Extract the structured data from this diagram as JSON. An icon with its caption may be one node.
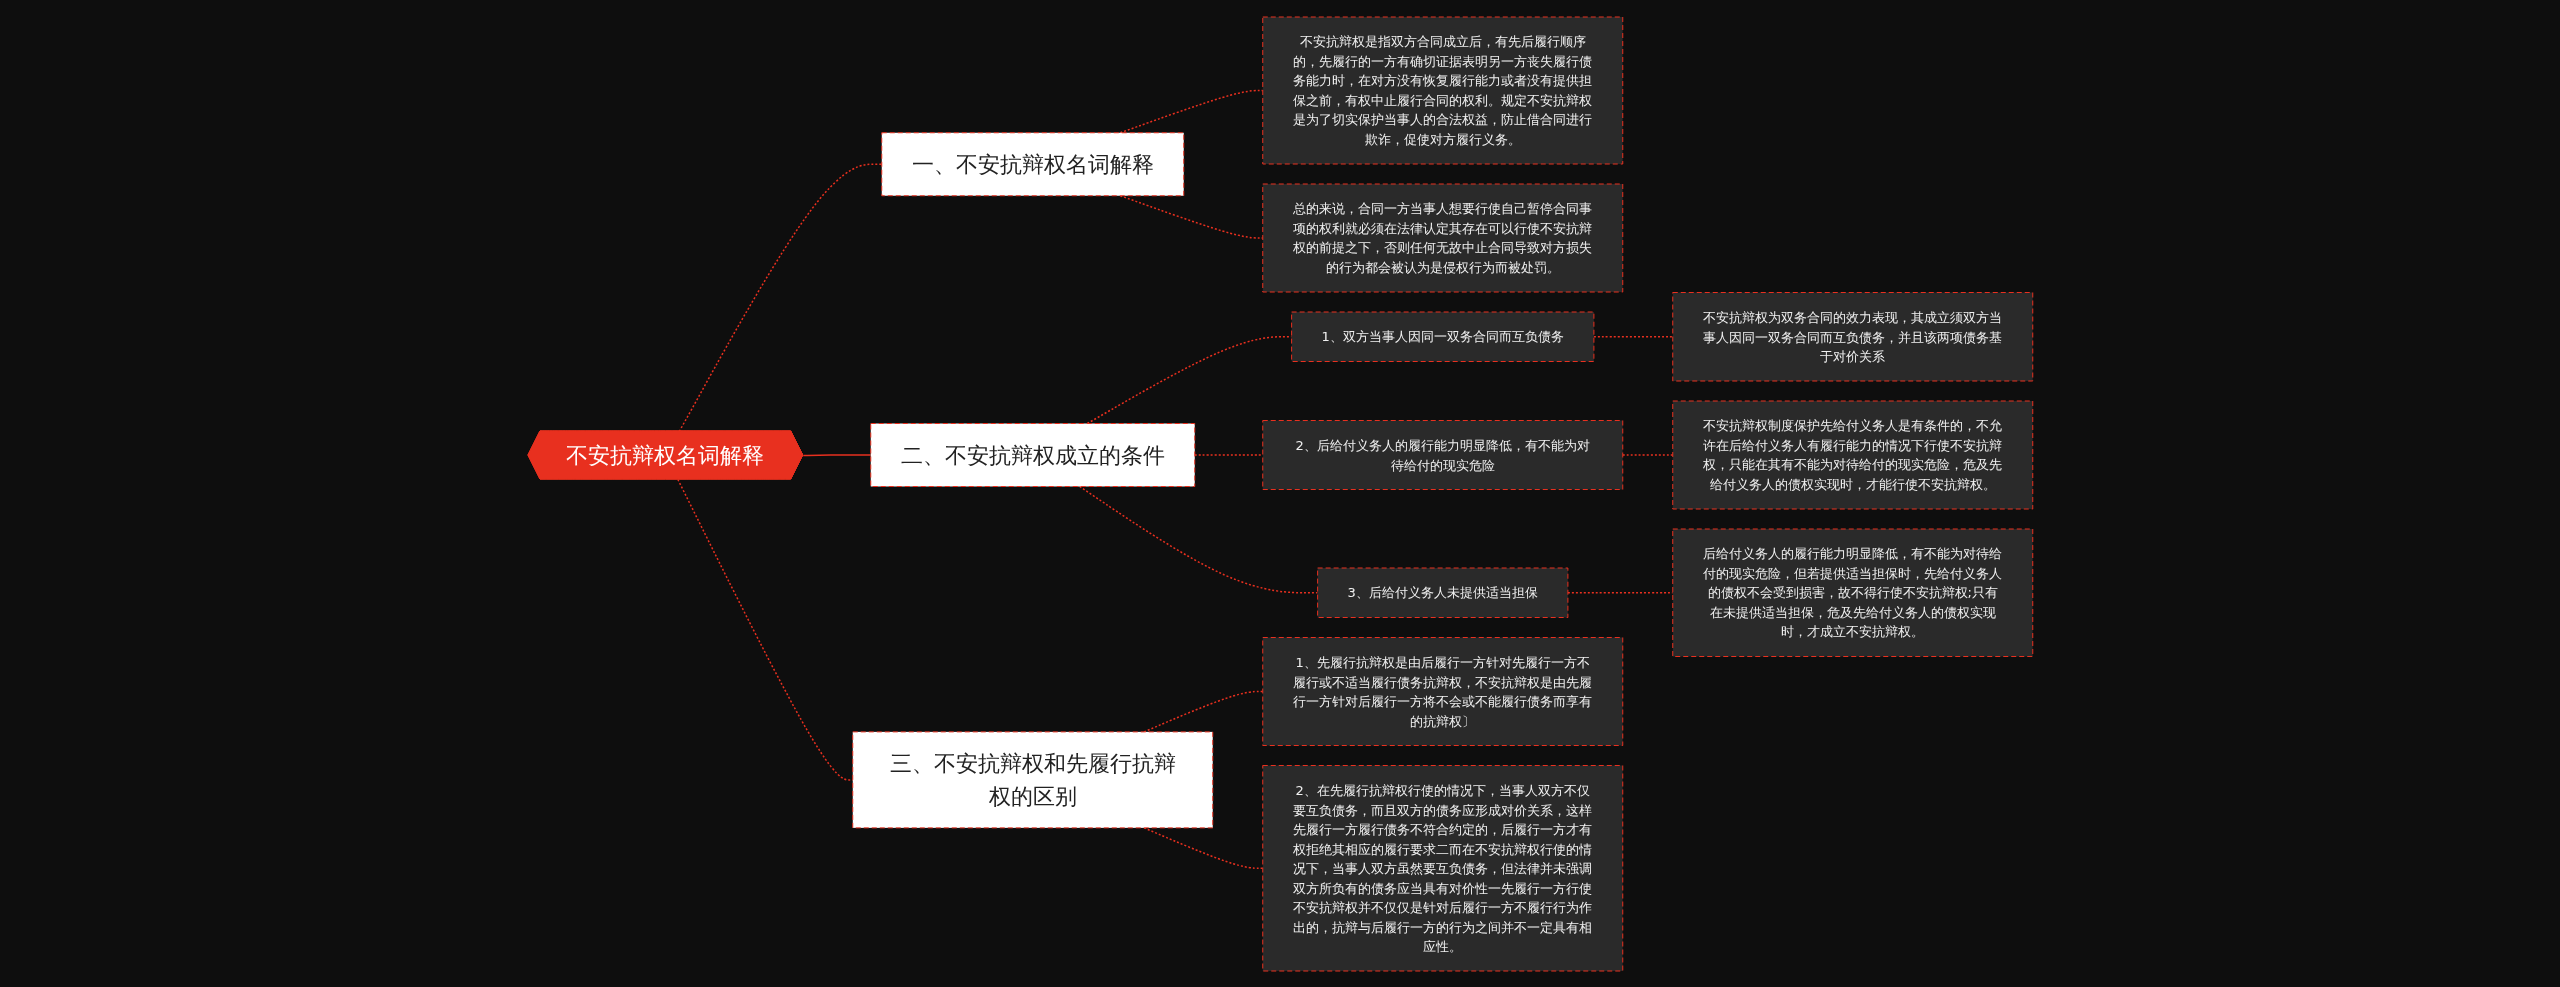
{
  "diagram": {
    "nodes": [
      {
        "text": [
          "不安抗辩权名词解释"
        ]
      },
      {
        "text": [
          "一、不安抗辩权名词解释"
        ]
      },
      {
        "text": [
          "不安抗辩权是指双方合同成立后，有先后履行顺序的，先履行的一方有确切证据表明另一方丧失履行债务能力时，在对方没有恢复履行能力或者没有提供担保之前，有权中止履行合同的权利。规定不安抗辩权是为了切实保护当事人的合法权益，防止借合同进行欺诈，促使对方履行义务。"
        ]
      },
      {
        "text": [
          "总的来说，合同一方当事人想要行使自己暂停合同事项的权利就必须在法律认定其存在可以行使不安抗辩权的前提之下，否则任何无故中止合同导致对方损失的行为都会被认为是侵权行为而被处罚。"
        ]
      },
      {
        "text": [
          "二、不安抗辩权成立的条件"
        ]
      },
      {
        "text": [
          "1、双方当事人因同一双务合同而互负债务"
        ]
      },
      {
        "text": [
          "不安抗辩权为双务合同的效力表现，其成立须双方当事人因同一双务合同而互负债务，并且该两项债务基于对价关系"
        ]
      },
      {
        "text": [
          "2、后给付义务人的履行能力明显降低，有不能为对待给付的现实危险"
        ]
      },
      {
        "text": [
          "不安抗辩权制度保护先给付义务人是有条件的，不允许在后给付义务人有履行能力的情况下行使不安抗辩权，只能在其有不能为对待给付的现实危险，危及先给付义务人的债权实现时，才能行使不安抗辩权。"
        ]
      },
      {
        "text": [
          "3、后给付义务人未提供适当担保"
        ]
      },
      {
        "text": [
          "后给付义务人的履行能力明显降低，有不能为对待给付的现实危险，但若提供适当担保时，先给付义务人的债权不会受到损害，故不得行使不安抗辩权;只有在未提供适当担保，危及先给付义务人的债权实现时，才成立不安抗辩权。"
        ]
      },
      {
        "text": [
          "三、不安抗辩权和先履行抗辩权的区别"
        ]
      },
      {
        "text": [
          "1、先履行抗辩权是由后履行一方针对先履行一方不履行或不适当履行债务抗辩权，不安抗辩权是由先履行一方针对后履行一方将不会或不能履行债务而享有的抗辩权〕"
        ]
      },
      {
        "text": [
          "2、在先履行抗辩权行使的情况下，当事人双方不仅要互负债务，而且双方的债务应形成对价关系，这样先履行一方履行债务不符合约定的，后履行一方才有权拒绝其相应的履行要求二而在不安抗辩权行使的情况下，当事人双方虽然要互负债务，但法律并未强调双方所负有的债务应当具有对价性一先履行一方行使不安抗辩权并不仅仅是针对后履行一方不履行行为作出的，抗辩与后履行一方的行为之间并不一定具有相应性。"
        ]
      }
    ],
    "edges": [
      {
        "from": 0,
        "to": 1,
        "arrow": "none",
        "style": "dashed"
      },
      {
        "from": 1,
        "to": 2,
        "arrow": "none",
        "style": "dashed"
      },
      {
        "from": 1,
        "to": 3,
        "arrow": "none",
        "style": "dashed"
      },
      {
        "from": 0,
        "to": 4,
        "arrow": "none"
      },
      {
        "from": 4,
        "to": 5,
        "arrow": "none",
        "style": "dashed"
      },
      {
        "from": 5,
        "to": 6,
        "arrow": "none",
        "style": "dashed"
      },
      {
        "from": 4,
        "to": 7,
        "arrow": "none",
        "style": "dashed"
      },
      {
        "from": 7,
        "to": 8,
        "arrow": "none",
        "style": "dashed"
      },
      {
        "from": 4,
        "to": 9,
        "arrow": "none",
        "style": "dashed"
      },
      {
        "from": 9,
        "to": 10,
        "arrow": "none",
        "style": "dashed"
      },
      {
        "from": 0,
        "to": 11,
        "arrow": "none",
        "style": "dashed"
      },
      {
        "from": 11,
        "to": 12,
        "arrow": "none",
        "style": "dashed"
      },
      {
        "from": 11,
        "to": 13,
        "arrow": "none",
        "style": "dashed"
      }
    ]
  }
}
